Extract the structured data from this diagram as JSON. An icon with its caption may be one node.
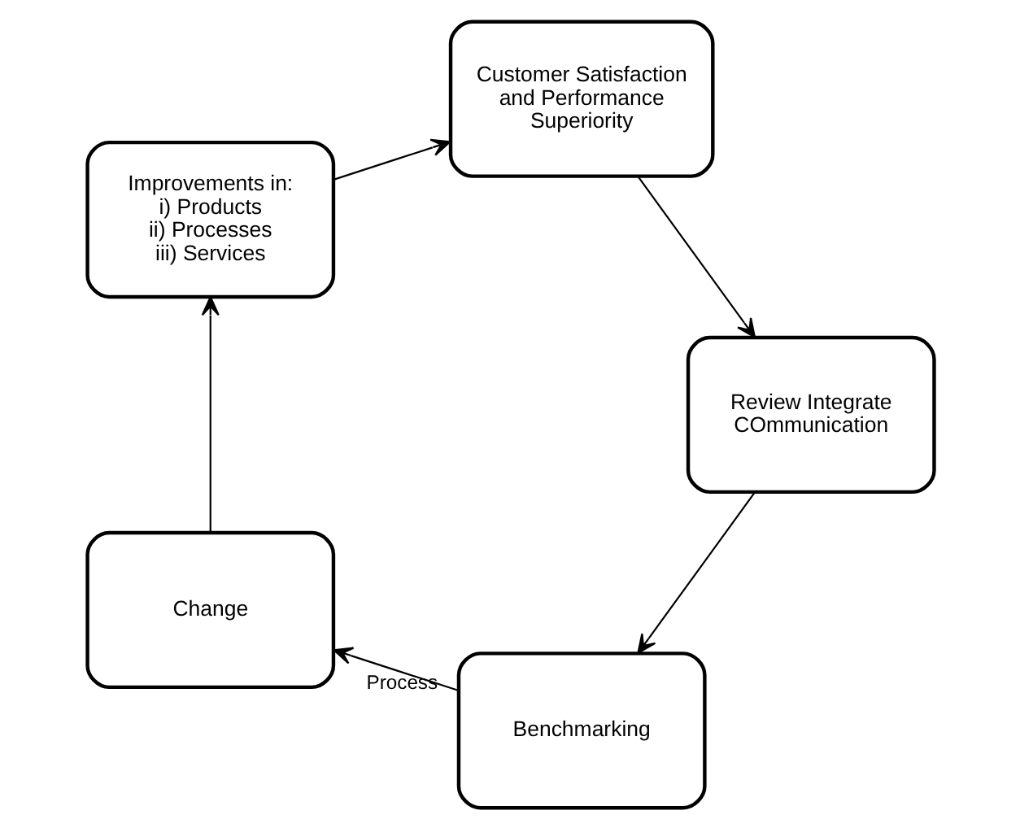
{
  "diagram": {
    "nodes": [
      {
        "text": [
          "Benchmarking"
        ]
      },
      {
        "text": [
          "Change"
        ]
      },
      {
        "text": [
          "Improvements in:",
          "i) Products",
          "ii) Processes",
          "iii) Services"
        ]
      },
      {
        "text": [
          "Customer Satisfaction and Performance Superiority"
        ]
      },
      {
        "text": [
          "Review Integrate COmmunication"
        ]
      }
    ],
    "edges": [
      {
        "from": 0,
        "to": 1,
        "arrow": "to",
        "label": "Process"
      },
      {
        "from": 1,
        "to": 2,
        "arrow": "to"
      },
      {
        "from": 2,
        "to": 3,
        "arrow": "to"
      },
      {
        "from": 3,
        "to": 4,
        "arrow": "to"
      },
      {
        "from": 4,
        "to": 0,
        "arrow": "to"
      }
    ]
  }
}
